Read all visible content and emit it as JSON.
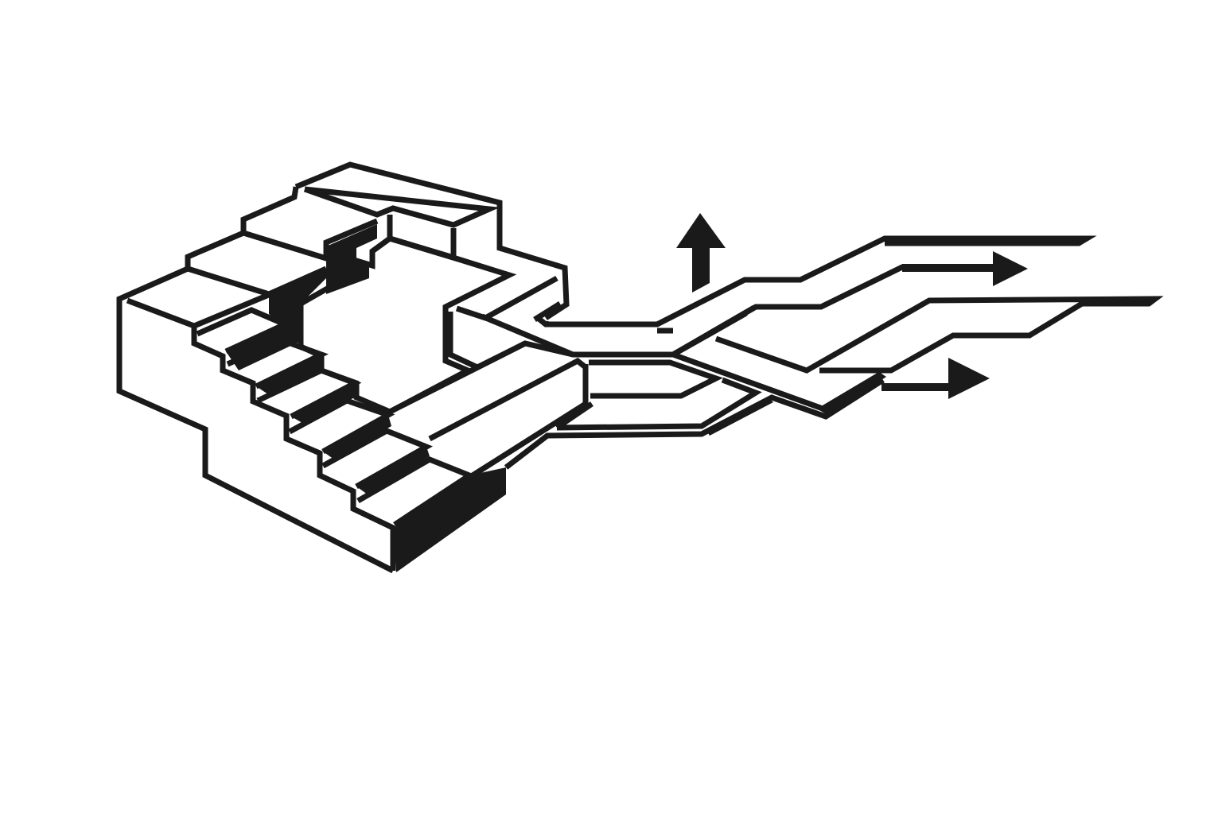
{
  "diagram": {
    "subject": "isometric-stepped-structure-with-branching-paths",
    "colors": {
      "background": "#ffffff",
      "ink": "#1a1a1a"
    },
    "icons": {
      "up_arrow": "arrow-up-icon",
      "right_arrow": "arrow-right-icon"
    },
    "arrows": [
      {
        "name": "up-arrow",
        "direction": "up"
      },
      {
        "name": "right-arrow-top",
        "direction": "right"
      },
      {
        "name": "right-arrow-bottom",
        "direction": "right"
      }
    ],
    "path_count": 4,
    "step_count": 6
  }
}
